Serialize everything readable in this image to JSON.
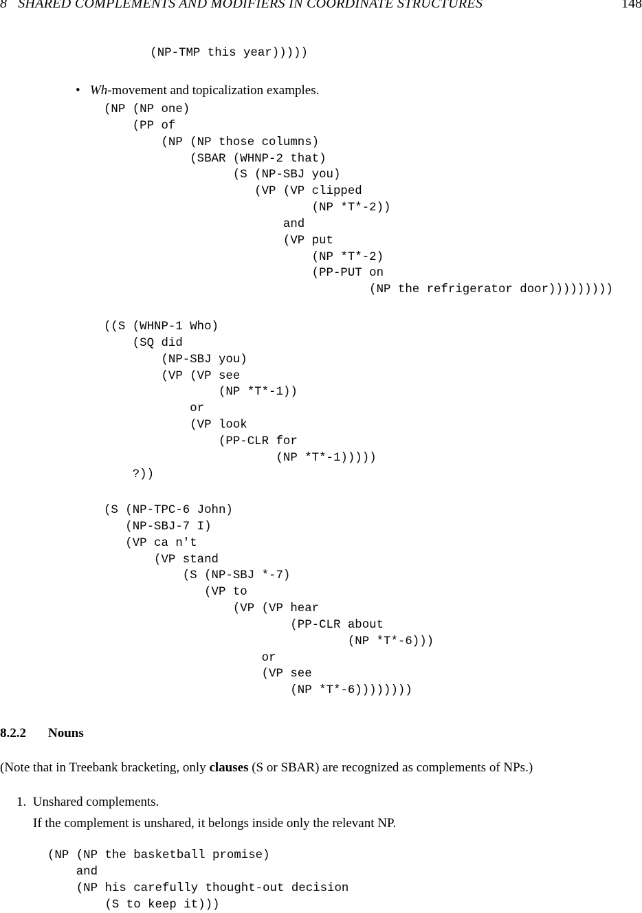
{
  "header": {
    "title": "8   SHARED COMPLEMENTS AND MODIFIERS IN COORDINATE STRUCTURES",
    "page_number": "148"
  },
  "code_top": "                   (NP-TMP this year)))))",
  "bullet": {
    "symbol": "•",
    "text_italic": "Wh",
    "text_rest": "-movement and topicalization examples."
  },
  "example1": "(NP (NP one)\n    (PP of\n        (NP (NP those columns)\n            (SBAR (WHNP-2 that)\n                  (S (NP-SBJ you)\n                     (VP (VP clipped\n                             (NP *T*-2))\n                         and\n                         (VP put\n                             (NP *T*-2)\n                             (PP-PUT on\n                                     (NP the refrigerator door)))))))))",
  "example2": "((S (WHNP-1 Who)\n    (SQ did\n        (NP-SBJ you)\n        (VP (VP see\n                (NP *T*-1))\n            or\n            (VP look\n                (PP-CLR for\n                        (NP *T*-1)))))\n    ?))",
  "example3": "(S (NP-TPC-6 John)\n   (NP-SBJ-7 I)\n   (VP ca n't\n       (VP stand\n           (S (NP-SBJ *-7)\n              (VP to\n                  (VP (VP hear\n                          (PP-CLR about\n                                  (NP *T*-6)))\n                      or\n                      (VP see\n                          (NP *T*-6))))))))",
  "section": {
    "number": "8.2.2",
    "title": "Nouns"
  },
  "note": {
    "before": "(Note that in Treebank bracketing, only ",
    "bold": "clauses",
    "after": " (S or SBAR) are recognized as complements of NPs.)"
  },
  "list_item": {
    "marker": "1.",
    "title": "Unshared complements.",
    "body": "If the complement is unshared, it belongs inside only the relevant NP."
  },
  "example4": "(NP (NP the basketball promise)\n    and\n    (NP his carefully thought-out decision\n        (S to keep it)))"
}
